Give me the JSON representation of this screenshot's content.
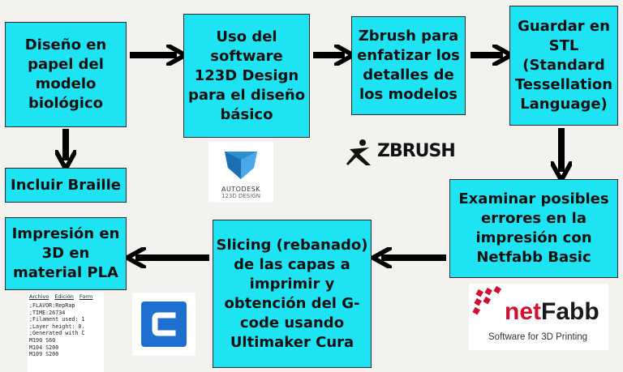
{
  "boxes": {
    "b1": "Diseño en\npapel del\nmodelo\nbiológico",
    "b2": "Uso del\nsoftware\n123D Design\npara el diseño\nbásico",
    "b3": "Zbrush para\nenfatizar los\ndetalles de\nlos modelos",
    "b4": "Guardar en\nSTL\n(Standard\nTessellation\nLanguage)",
    "b5": "Incluir Braille",
    "b6": "Examinar posibles\nerrores en la\nimpresión con\nNetfabb Basic",
    "b7": "Slicing (rebanado)\nde las capas a\nimprimir y\nobtención del G-\ncode  usando\nUltimaker Cura",
    "b8": "Impresión en\n3D en\nmaterial PLA"
  },
  "logos": {
    "autodesk_line1": "AUTODESK",
    "autodesk_line2": "123D DESIGN",
    "zbrush": "ZBRUSH",
    "netfabb_part1": "net",
    "netfabb_part2": "Fabb",
    "netfabb_tagline": "Software for 3D Printing",
    "cura_icon": "cura-c-icon"
  },
  "gcode": {
    "menu": [
      "Archivo",
      "Edición",
      "Form"
    ],
    "lines": [
      ";FLAVOR:RepRap",
      ";TIME:26734",
      ";Filament used: 1",
      ";Layer height: 0.",
      ";Generated with C",
      "M190 S60",
      "M104 S200",
      "M109 S200"
    ]
  },
  "colors": {
    "box": "#1de3f3",
    "arrow": "#000000",
    "autodesk": "#2b8fd4",
    "cura": "#1f6fd1",
    "netfabb_red": "#d01030"
  }
}
